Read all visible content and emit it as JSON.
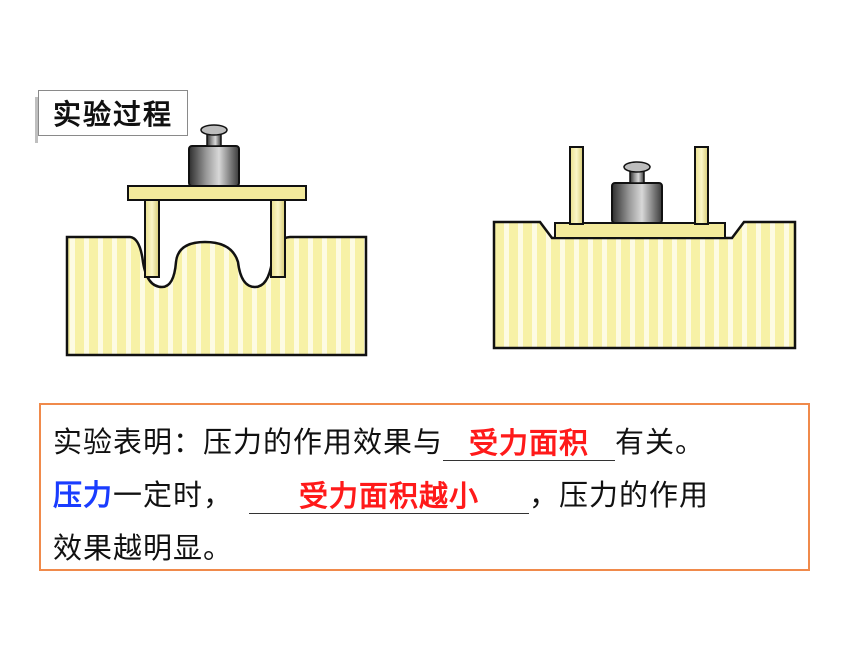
{
  "title": "实验过程",
  "conclusion": {
    "line1_prefix": "实验表明：压力的作用效果与",
    "answer1": "受力面积",
    "line1_suffix": "有关。",
    "line2_blue": "压力",
    "line2_prefix": "一定时，",
    "answer2": "受力面积越小",
    "line2_suffix": "，压力的作用",
    "line3": "效果越明显。"
  },
  "colors": {
    "sponge": "#f7f1a6",
    "sponge_stripe": "#ffffff",
    "weight": "#5a5a5a",
    "answer_text": "#ff1a1a",
    "highlight_text": "#1a3cff",
    "box_border": "#f08a4b"
  }
}
